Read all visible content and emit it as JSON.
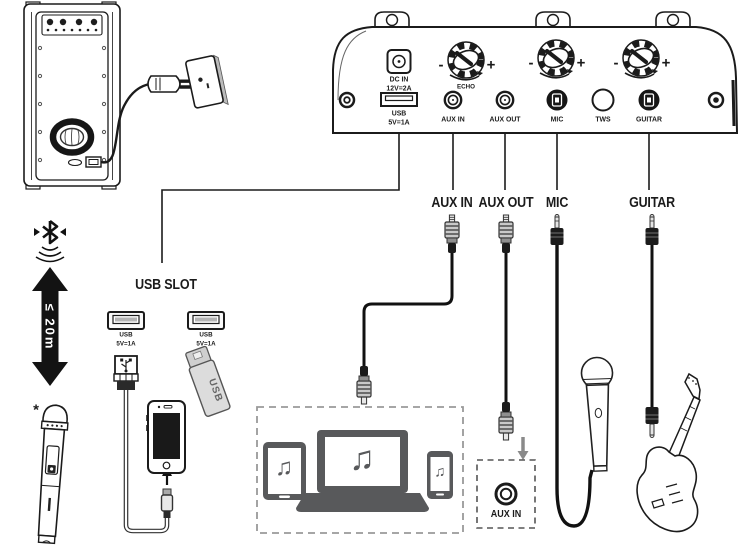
{
  "rear_panel": {
    "dc_in": {
      "label": "DC IN",
      "spec": "12V=2A"
    },
    "usb": {
      "label": "USB",
      "spec": "5V=1A"
    },
    "knobs": [
      {
        "minus": "-",
        "plus": "+",
        "label": "ECHO"
      },
      {
        "minus": "-",
        "plus": "+",
        "label": ""
      },
      {
        "minus": "-",
        "plus": "+",
        "label": ""
      }
    ],
    "ports": {
      "aux_in": "AUX IN",
      "aux_out": "AUX OUT",
      "mic": "MIC",
      "tws": "TWS",
      "guitar": "GUITAR"
    }
  },
  "callouts": {
    "aux_in": "AUX IN",
    "aux_out": "AUX OUT",
    "mic": "MIC",
    "guitar": "GUITAR"
  },
  "usb_slot": {
    "title": "USB SLOT",
    "ports": [
      {
        "label": "USB",
        "spec": "5V=1A"
      },
      {
        "label": "USB",
        "spec": "5V=1A"
      }
    ],
    "flash_drive_label": "USB"
  },
  "bluetooth": {
    "range": "≤ 20m",
    "mic_footnote": "*"
  },
  "aux_in_box": {
    "label": "AUX IN"
  },
  "glyphs": {
    "music_note": "♫"
  },
  "colors": {
    "line": "#1b1b1b",
    "device_gray": "#58595b",
    "dash_gray": "#8a8a8a"
  }
}
